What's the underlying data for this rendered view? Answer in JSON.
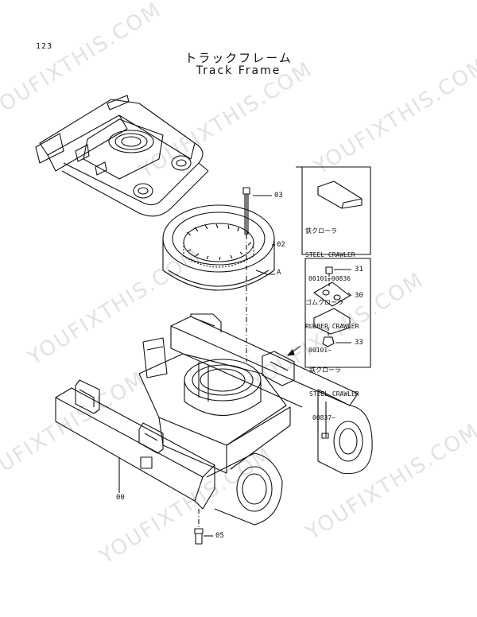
{
  "page_number": "123",
  "title_jp": "トラックフレーム",
  "title_en": "Track Frame",
  "watermark": "YOUFIXTHIS.COM",
  "callouts": {
    "p03": "03",
    "p02": "02",
    "pA": "A",
    "p31": "31",
    "p30": "30",
    "p33": "33",
    "p00": "00",
    "p05": "05"
  },
  "detail_top_note": {
    "line1": "鉄クローラ",
    "line2": "STEEL CRAWLER",
    "line3": "00101~00836",
    "line4": "ゴムクローラ",
    "line5": "RUBBER CRAWLER",
    "line6": "00101~"
  },
  "detail_bottom_note": {
    "line1": "鉄クローラ",
    "line2": "STEEL CRAWLER",
    "line3": "00837~"
  }
}
